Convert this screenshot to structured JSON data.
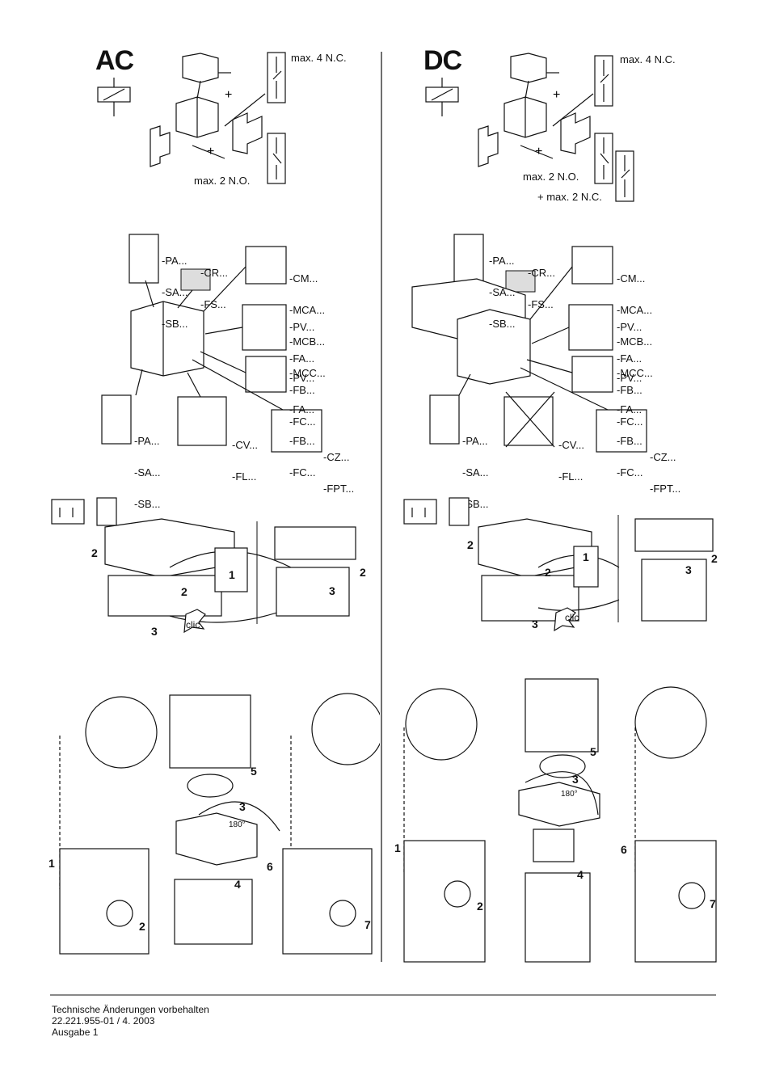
{
  "ac": {
    "title": "AC",
    "top_labels": {
      "nc": "max. 4 N.C.",
      "no": "max. 2 N.O."
    },
    "acc_top": [
      "-PA...",
      "-SA...",
      "-SB..."
    ],
    "acc_cr": [
      "-CR...",
      "-FS..."
    ],
    "acc_cm": [
      "-CM...",
      "-MCA...",
      "-MCB...",
      "-MCC..."
    ],
    "acc_pv1": [
      "-PV...",
      "-FA...",
      "-FB...",
      "-FC..."
    ],
    "acc_pv2": [
      "-PV...",
      "-FA...",
      "-FB...",
      "-FC..."
    ],
    "acc_pa2": [
      "-PA...",
      "-SA...",
      "-SB..."
    ],
    "acc_cv": [
      "-CV...",
      "-FL..."
    ],
    "acc_cz": [
      "-CZ...",
      "-FPT..."
    ],
    "clic": "clic",
    "angle": "180°"
  },
  "dc": {
    "title": "DC",
    "top_labels": {
      "nc": "max. 4 N.C.",
      "no": "max. 2 N.O.",
      "no_plus": "+ max. 2 N.C."
    },
    "acc_top": [
      "-PA...",
      "-SA...",
      "-SB..."
    ],
    "acc_cr": [
      "-CR...",
      "-FS..."
    ],
    "acc_cm": [
      "-CM...",
      "-MCA...",
      "-MCB...",
      "-MCC..."
    ],
    "acc_pv1": [
      "-PV...",
      "-FA...",
      "-FB...",
      "-FC..."
    ],
    "acc_pv2": [
      "-PV...",
      "-FA...",
      "-FB...",
      "-FC..."
    ],
    "acc_pa2": [
      "-PA...",
      "-SA...",
      "-SB..."
    ],
    "acc_cv": [
      "-CV...",
      "-FL..."
    ],
    "acc_cz": [
      "-CZ...",
      "-FPT..."
    ],
    "clic": "clic",
    "angle": "180°"
  },
  "footer": {
    "line1": "Technische Änderungen vorbehalten",
    "line2": "22.221.955-01 / 4. 2003",
    "line3": "Ausgabe 1"
  },
  "steps": {
    "s1": "1",
    "s2": "2",
    "s3": "3",
    "s4": "4",
    "s5": "5",
    "s6": "6",
    "s7": "7"
  },
  "colors": {
    "ink": "#111111",
    "paper": "#ffffff"
  }
}
